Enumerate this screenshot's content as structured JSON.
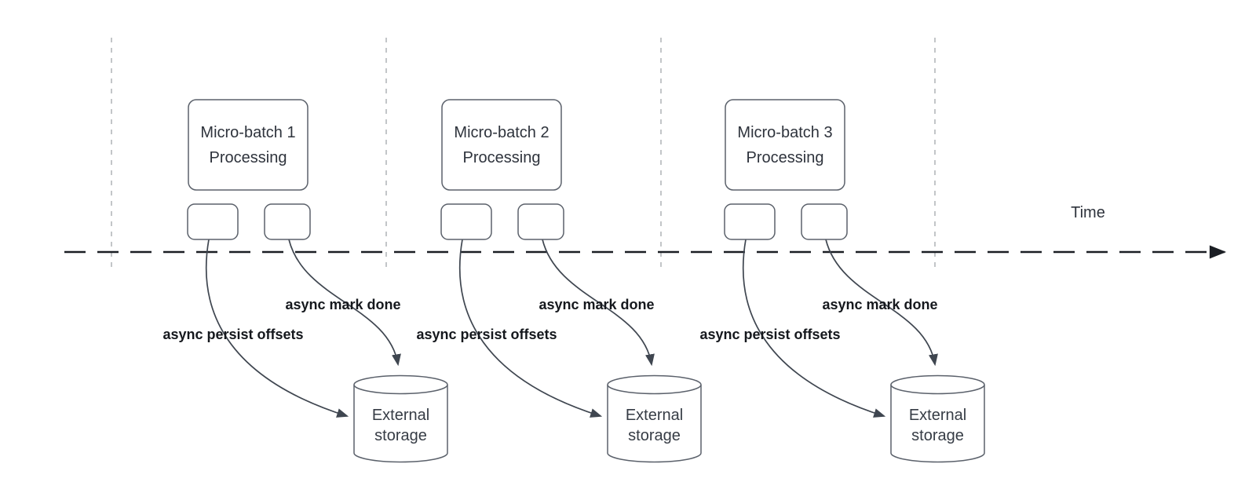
{
  "diagram": {
    "axis_label": "Time",
    "groups": [
      {
        "process": "Micro-batch 1\nProcessing",
        "offsets": "async persist offsets",
        "done": "async mark done",
        "storage": "External\nstorage"
      },
      {
        "process": "Micro-batch 2\nProcessing",
        "offsets": "async persist offsets",
        "done": "async mark done",
        "storage": "External\nstorage"
      },
      {
        "process": "Micro-batch 3\nProcessing",
        "offsets": "async persist offsets",
        "done": "async mark done",
        "storage": "External\nstorage"
      }
    ],
    "colors": {
      "node_border": "#5b616b",
      "connector": "#3f4650",
      "timeline": "#1b1e24",
      "gridline": "#b4b7bb",
      "text_dark": "#2e333c",
      "label_bold": "#15181d"
    }
  }
}
